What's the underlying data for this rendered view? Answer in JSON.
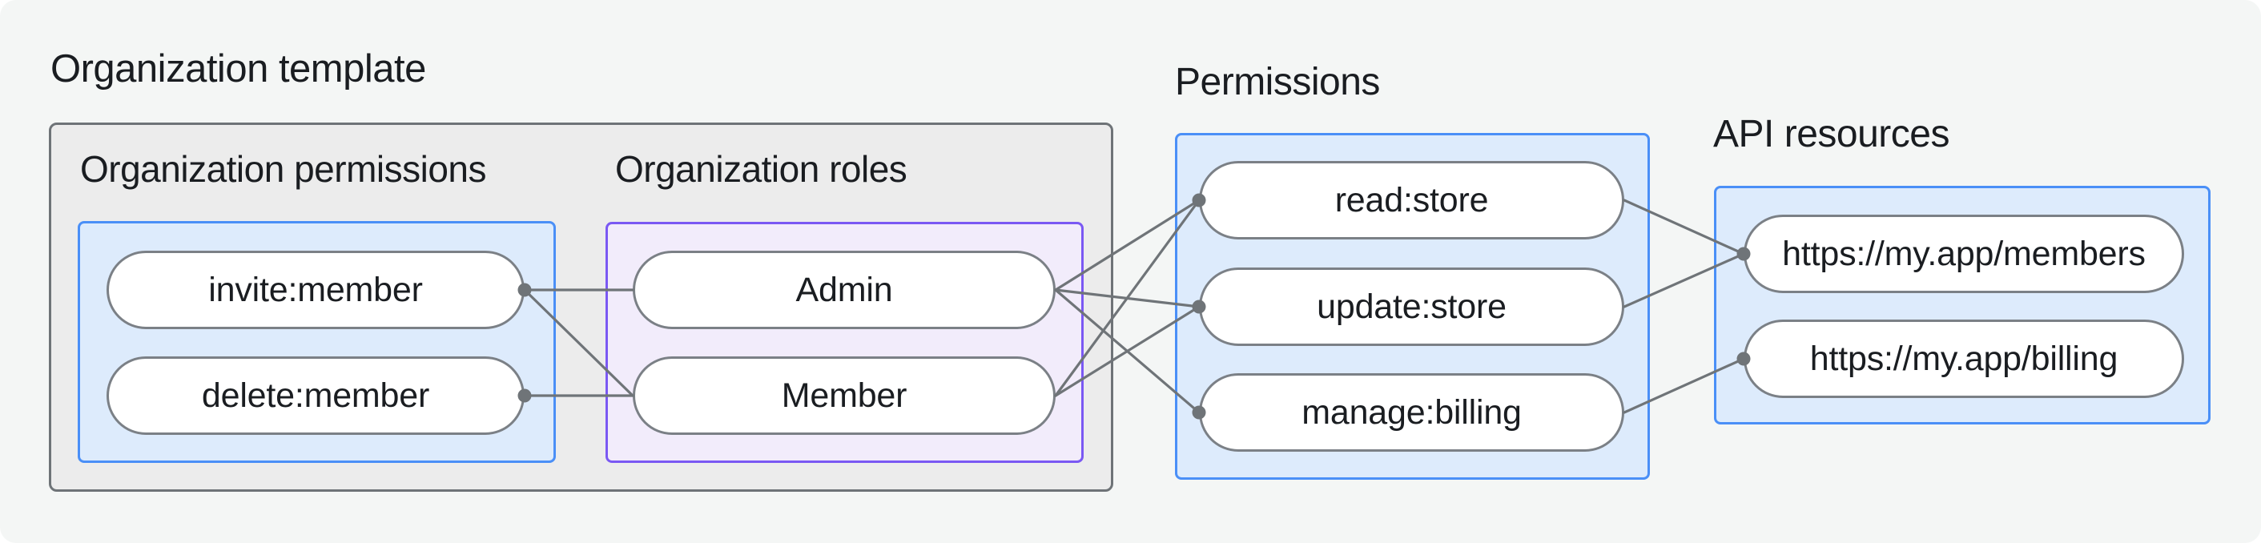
{
  "card": {
    "title": "Organization template"
  },
  "sections": {
    "org_permissions_label": "Organization permissions",
    "org_roles_label": "Organization roles",
    "permissions_title": "Permissions",
    "api_resources_title": "API resources"
  },
  "nodes": {
    "invite_member": {
      "label": "invite:member",
      "group": "organization-permissions"
    },
    "delete_member": {
      "label": "delete:member",
      "group": "organization-permissions"
    },
    "admin": {
      "label": "Admin",
      "group": "organization-roles"
    },
    "member": {
      "label": "Member",
      "group": "organization-roles"
    },
    "read_store": {
      "label": "read:store",
      "group": "permissions"
    },
    "update_store": {
      "label": "update:store",
      "group": "permissions"
    },
    "manage_billing": {
      "label": "manage:billing",
      "group": "permissions"
    },
    "members_api": {
      "label": "https://my.app/members",
      "group": "api-resources"
    },
    "billing_api": {
      "label": "https://my.app/billing",
      "group": "api-resources"
    }
  },
  "edges": [
    {
      "from": "invite_member",
      "to": "admin"
    },
    {
      "from": "invite_member",
      "to": "member"
    },
    {
      "from": "delete_member",
      "to": "member"
    },
    {
      "from": "admin",
      "to": "read_store"
    },
    {
      "from": "admin",
      "to": "update_store"
    },
    {
      "from": "admin",
      "to": "manage_billing"
    },
    {
      "from": "member",
      "to": "read_store"
    },
    {
      "from": "member",
      "to": "update_store"
    },
    {
      "from": "read_store",
      "to": "members_api"
    },
    {
      "from": "update_store",
      "to": "members_api"
    },
    {
      "from": "manage_billing",
      "to": "billing_api"
    }
  ],
  "junction_dots": [
    {
      "node": "invite_member",
      "side": "right"
    },
    {
      "node": "delete_member",
      "side": "right"
    },
    {
      "node": "read_store",
      "side": "left"
    },
    {
      "node": "update_store",
      "side": "left"
    },
    {
      "node": "manage_billing",
      "side": "left"
    },
    {
      "node": "members_api",
      "side": "left"
    },
    {
      "node": "billing_api",
      "side": "left"
    }
  ],
  "colors": {
    "background": "#f4f6f5",
    "text": "#1a1d21",
    "blue_border": "#4a8ff7",
    "blue_fill": "#ddebfc",
    "purple_border": "#7a58f3",
    "purple_fill": "#f2ecfb",
    "outer_box_fill": "#ececec",
    "outer_box_border": "#6e7377",
    "pill_border": "#7b8086",
    "connector": "#6f7478"
  }
}
